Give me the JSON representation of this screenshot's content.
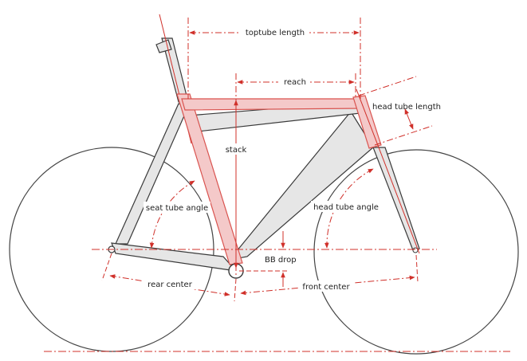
{
  "colors": {
    "frame_fill": "#e6e6e6",
    "frame_stroke": "#3a3a3a",
    "highlight_fill": "#f4c9c9",
    "highlight_stroke": "#d9534f",
    "dimension": "#d0302a",
    "wheel_stroke": "#444444"
  },
  "labels": {
    "toptube_length": "toptube length",
    "reach": "reach",
    "head_tube_length": "head tube length",
    "stack": "stack",
    "seat_tube_angle": "seat tube angle",
    "head_tube_angle": "head tube angle",
    "bb_drop": "BB drop",
    "rear_center": "rear center",
    "front_center": "front center"
  }
}
